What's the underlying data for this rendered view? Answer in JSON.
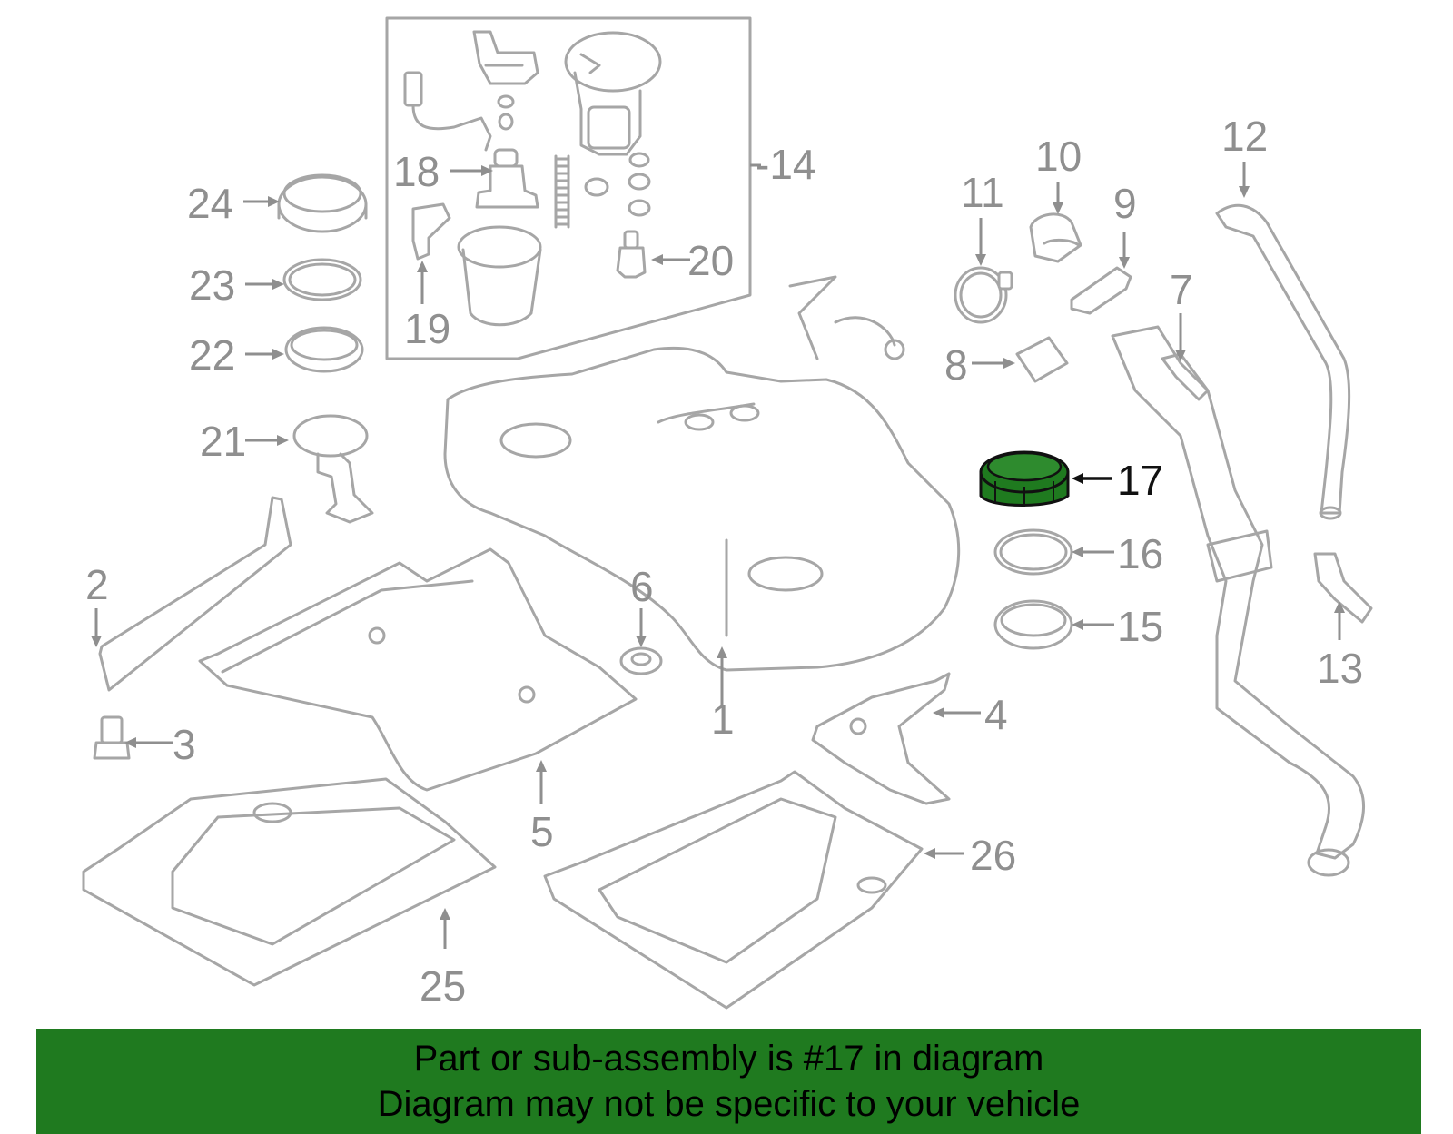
{
  "callouts": {
    "c1": "1",
    "c2": "2",
    "c3": "3",
    "c4": "4",
    "c5": "5",
    "c6": "6",
    "c7": "7",
    "c8": "8",
    "c9": "9",
    "c10": "10",
    "c11": "11",
    "c12": "12",
    "c13": "13",
    "c14": "-14",
    "c15": "15",
    "c16": "16",
    "c17": "17",
    "c18": "18",
    "c19": "19",
    "c20": "20",
    "c21": "21",
    "c22": "22",
    "c23": "23",
    "c24": "24",
    "c25": "25",
    "c26": "26"
  },
  "highlighted_part": "17",
  "banner": {
    "line1": "Part or sub-assembly is #17 in diagram",
    "line2": "Diagram may not be specific to your vehicle"
  },
  "colors": {
    "highlight": "#1f7a1f",
    "line_art": "#a6a6a6",
    "callout_text": "#8f8f8f",
    "banner_bg": "#1f7a1f"
  }
}
